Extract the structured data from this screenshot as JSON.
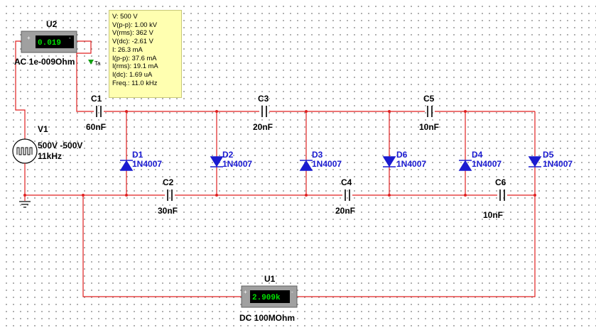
{
  "probe": {
    "lines": [
      "V: 500 V",
      "V(p-p): 1.00 kV",
      "V(rms): 362 V",
      "V(dc): -2.61 V",
      "I: 26.3 mA",
      "I(p-p): 37.6 mA",
      "I(rms): 19.1 mA",
      "I(dc): 1.69 uA",
      "Freq.: 11.0 kHz"
    ],
    "tag": "Ta"
  },
  "meters": {
    "u2": {
      "name": "U2",
      "reading": "0.019",
      "mode": "AC  1e-009Ohm"
    },
    "u1": {
      "name": "U1",
      "reading": "2.909k",
      "mode": "DC  100MOhm"
    }
  },
  "source": {
    "name": "V1",
    "line1": "500V -500V",
    "line2": "11kHz"
  },
  "capacitors": [
    {
      "name": "C1",
      "value": "60nF"
    },
    {
      "name": "C3",
      "value": "20nF"
    },
    {
      "name": "C5",
      "value": "10nF"
    },
    {
      "name": "C2",
      "value": "30nF"
    },
    {
      "name": "C4",
      "value": "20nF"
    },
    {
      "name": "C6",
      "value": "10nF"
    }
  ],
  "diodes": [
    {
      "name": "D1",
      "model": "1N4007"
    },
    {
      "name": "D2",
      "model": "1N4007"
    },
    {
      "name": "D3",
      "model": "1N4007"
    },
    {
      "name": "D6",
      "model": "1N4007"
    },
    {
      "name": "D4",
      "model": "1N4007"
    },
    {
      "name": "D5",
      "model": "1N4007"
    }
  ],
  "colors": {
    "wire": "#e02020",
    "diode": "#1a1ad0",
    "probe_bg": "#ffffb0",
    "meter_display": "#00e000"
  }
}
